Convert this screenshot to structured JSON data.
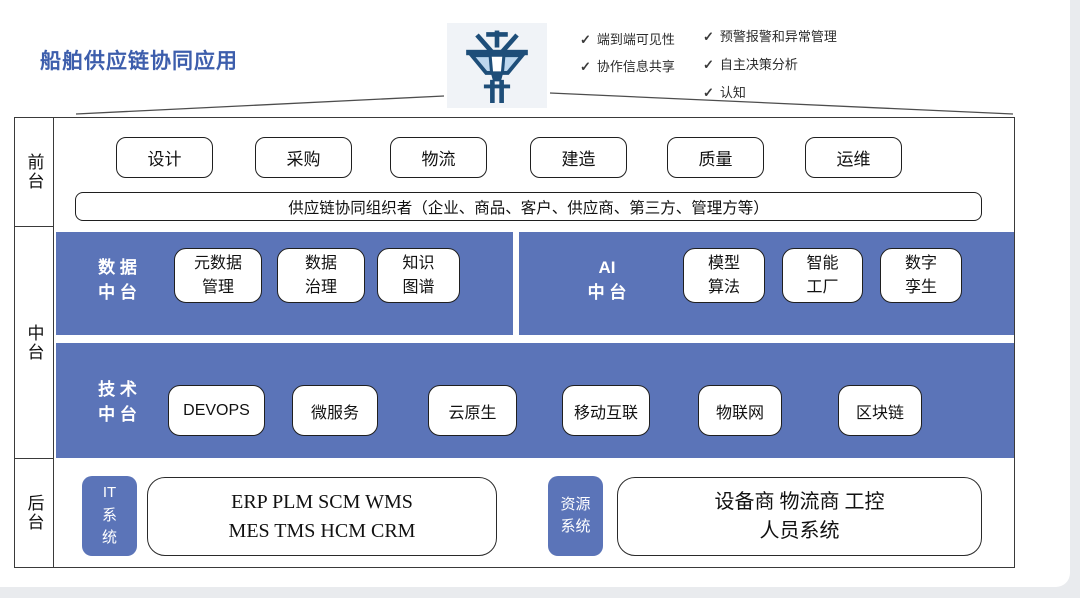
{
  "page": {
    "title": "船舶供应链协同应用"
  },
  "tower": {
    "icon": "control-tower-icon"
  },
  "benefits": {
    "check": "✓",
    "col1": [
      "端到端可见性",
      "协作信息共享"
    ],
    "col2": [
      "预警报警和异常管理",
      "自主决策分析",
      "认知"
    ]
  },
  "layers": {
    "front_label": "前台",
    "middle_label": "中台",
    "back_label": "后台"
  },
  "front": {
    "apps": [
      "设计",
      "采购",
      "物流",
      "建造",
      "质量",
      "运维"
    ],
    "organizer": "供应链协同组织者（企业、商品、客户、供应商、第三方、管理方等）"
  },
  "middle": {
    "data_platform": {
      "label_line1": "数 据",
      "label_line2": "中 台",
      "chips": [
        [
          "元数据",
          "管理"
        ],
        [
          "数据",
          "治理"
        ],
        [
          "知识",
          "图谱"
        ]
      ]
    },
    "ai_platform": {
      "label_line1": "AI",
      "label_line2": "中 台",
      "chips": [
        [
          "模型",
          "算法"
        ],
        [
          "智能",
          "工厂"
        ],
        [
          "数字",
          "孪生"
        ]
      ]
    },
    "tech_platform": {
      "label_line1": "技 术",
      "label_line2": "中 台",
      "chips": [
        "DEVOPS",
        "微服务",
        "云原生",
        "移动互联",
        "物联网",
        "区块链"
      ]
    }
  },
  "back": {
    "it_system": [
      "IT",
      "系",
      "统"
    ],
    "it_apps_line1": "ERP PLM SCM WMS",
    "it_apps_line2": "MES TMS HCM CRM",
    "resource_system": [
      "资源",
      "系统"
    ],
    "resource_line1": "设备商 物流商 工控",
    "resource_line2": "人员系统"
  },
  "colors": {
    "accent_blue": "#5b74b8",
    "title_blue": "#3d5eac",
    "tower_navy": "#1e4e79",
    "tower_glass": "#bdd7ee"
  }
}
